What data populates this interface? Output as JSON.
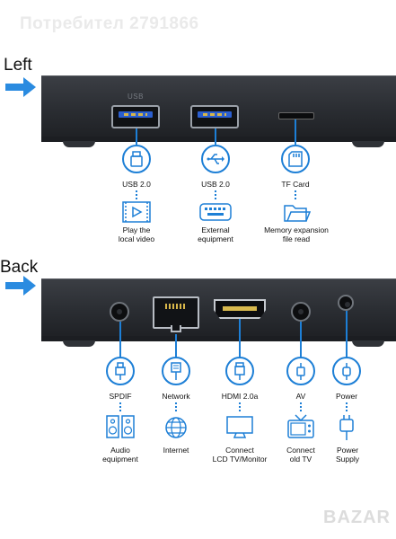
{
  "watermark_text": "Потребител 2791866",
  "logo_text": "BAZAR",
  "left_section": {
    "title": "Left",
    "port_label": "USB",
    "ports": [
      {
        "name": "usb-port-1",
        "icon": "usb-stick-icon",
        "label": "USB 2.0",
        "target_icon": "video-file-icon",
        "target_label_lines": [
          "Play the",
          "local video"
        ]
      },
      {
        "name": "usb-port-2",
        "icon": "usb-symbol-icon",
        "label": "USB 2.0",
        "target_icon": "keyboard-icon",
        "target_label_lines": [
          "External",
          "equipment"
        ]
      },
      {
        "name": "tf-slot",
        "icon": "sd-card-icon",
        "label": "TF Card",
        "target_icon": "folder-icon",
        "target_label_lines": [
          "Memory expansion",
          "file read"
        ]
      }
    ]
  },
  "back_section": {
    "title": "Back",
    "ports": [
      {
        "name": "spdif-port",
        "icon": "optical-plug-icon",
        "label": "SPDIF",
        "target_icon": "speakers-icon",
        "target_label_lines": [
          "Audio",
          "equipment"
        ]
      },
      {
        "name": "network-port",
        "icon": "ethernet-plug-icon",
        "label": "Network",
        "target_icon": "globe-icon",
        "target_label_lines": [
          "Internet"
        ]
      },
      {
        "name": "hdmi-port",
        "icon": "hdmi-plug-icon",
        "label": "HDMI 2.0a",
        "target_icon": "monitor-icon",
        "target_label_lines": [
          "Connect",
          "LCD TV/Monitor"
        ]
      },
      {
        "name": "av-port",
        "icon": "av-plug-icon",
        "label": "AV",
        "target_icon": "old-tv-icon",
        "target_label_lines": [
          "Connect",
          "old TV"
        ]
      },
      {
        "name": "power-port",
        "icon": "power-plug-icon",
        "label": "Power",
        "target_icon": "power-adapter-icon",
        "target_label_lines": [
          "Power",
          "Supply"
        ]
      }
    ]
  },
  "colors": {
    "accent": "#1d7fd6",
    "box": "#2f3237",
    "usb_tongue": "#2b5fd0"
  }
}
